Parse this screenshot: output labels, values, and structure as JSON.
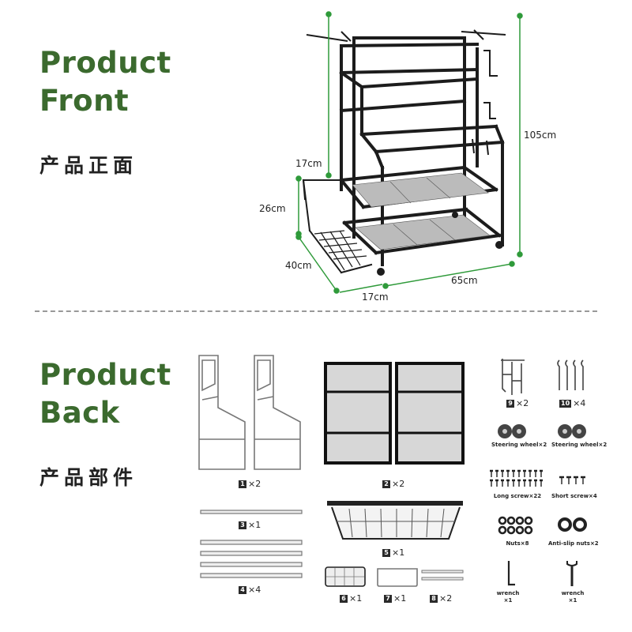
{
  "front": {
    "title_line1": "Product",
    "title_line2": "Front",
    "subtitle": "产品正面",
    "dimensions": {
      "height": "105cm",
      "top_shelf": "17cm",
      "side_height": "26cm",
      "depth": "40cm",
      "width": "65cm",
      "side_depth": "17cm"
    }
  },
  "back": {
    "title_line1": "Product",
    "title_line2": "Back",
    "subtitle": "产品部件",
    "parts": [
      {
        "id": "1",
        "qty": "×2"
      },
      {
        "id": "2",
        "qty": "×2"
      },
      {
        "id": "3",
        "qty": "×1"
      },
      {
        "id": "4",
        "qty": "×4"
      },
      {
        "id": "5",
        "qty": "×1"
      },
      {
        "id": "6",
        "qty": "×1"
      },
      {
        "id": "7",
        "qty": "×1"
      },
      {
        "id": "8",
        "qty": "×2"
      },
      {
        "id": "9",
        "qty": "×2"
      },
      {
        "id": "10",
        "qty": "×4"
      }
    ],
    "hardware": {
      "steering_wheel_a": "Steering wheel×2",
      "steering_wheel_b": "Steering wheel×2",
      "long_screw": "Long screw×22",
      "short_screw": "Short screw×4",
      "nuts": "Nuts×8",
      "anti_slip_nuts": "Anti-slip nuts×2",
      "wrench_a_name": "wrench",
      "wrench_a_qty": "×1",
      "wrench_b_name": "wrench",
      "wrench_b_qty": "×1"
    }
  },
  "colors": {
    "heading_green": "#3b6a2e",
    "dimension_green": "#2f9a3a",
    "frame_black": "#1c1c1c"
  }
}
